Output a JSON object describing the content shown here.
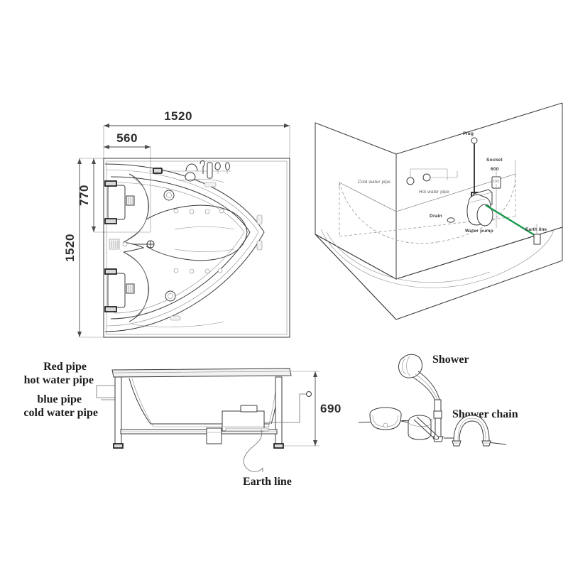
{
  "drawing": {
    "title": "Corner Whirlpool Bathtub Installation Drawing",
    "sheet_background": "#ffffff",
    "line_color": "#3b3b3b",
    "earth_line_color": "#17994a"
  },
  "plan_view": {
    "name": "Top plan view of corner bathtub",
    "dimensions": {
      "overall_width": "1520",
      "offset_width": "560",
      "inner_height": "770",
      "overall_height": "1520"
    },
    "units_note": ""
  },
  "isometric_view": {
    "name": "3D installation / plumbing layout",
    "labels": {
      "plug": "Plug",
      "socket": "Socket",
      "socket_height": "600",
      "cold_water_pipe": "Cold water pipe",
      "hot_water_pipe": "Hot water pipe",
      "drain": "Drain",
      "water_pump": "Water pump",
      "earth_line": "Earth line"
    }
  },
  "side_view": {
    "name": "Side elevation of bathtub",
    "labels": {
      "red_pipe": "Red pipe",
      "hot_water_pipe": "hot water pipe",
      "blue_pipe": "blue pipe",
      "cold_water_pipe": "cold water pipe",
      "earth_line": "Earth line"
    },
    "dimensions": {
      "height": "690"
    }
  },
  "shower_view": {
    "name": "Shower and faucet set detail",
    "labels": {
      "shower": "Shower",
      "shower_chain": "Shower  chain"
    }
  }
}
